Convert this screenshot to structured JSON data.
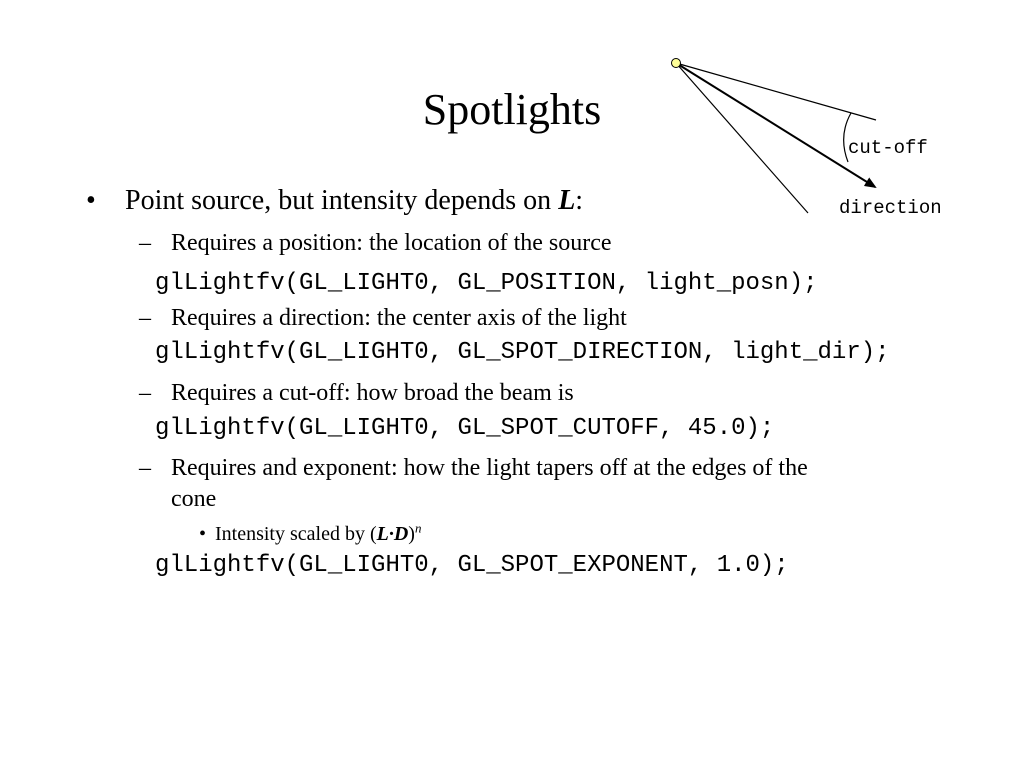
{
  "slide": {
    "title": "Spotlights",
    "bullet1": {
      "text": "Point source, but intensity depends on ",
      "emphasis": "L",
      "suffix": ":"
    },
    "sub1": {
      "text": "Requires a position: the location of the source",
      "code": "glLightfv(GL_LIGHT0, GL_POSITION, light_posn);"
    },
    "sub2": {
      "text": "Requires a direction: the center axis of the light",
      "code": "glLightfv(GL_LIGHT0, GL_SPOT_DIRECTION, light_dir);"
    },
    "sub3": {
      "text": "Requires a cut-off: how broad the beam is",
      "code": "glLightfv(GL_LIGHT0, GL_SPOT_CUTOFF, 45.0);"
    },
    "sub4": {
      "text_line1": "Requires and exponent: how the light tapers off at the edges of the",
      "text_line2": "cone",
      "sub_bullet": {
        "prefix": "Intensity scaled by (",
        "var1": "L",
        "dot": "·",
        "var2": "D",
        "close": ")",
        "exponent": "n"
      },
      "code": "glLightfv(GL_LIGHT0, GL_SPOT_EXPONENT, 1.0);"
    }
  },
  "diagram": {
    "cutoff_label": "cut-off",
    "direction_label": "direction",
    "light_color": "#ffff99"
  },
  "glyphs": {
    "bullet": "•",
    "dash": "–",
    "small_bullet": "•"
  }
}
